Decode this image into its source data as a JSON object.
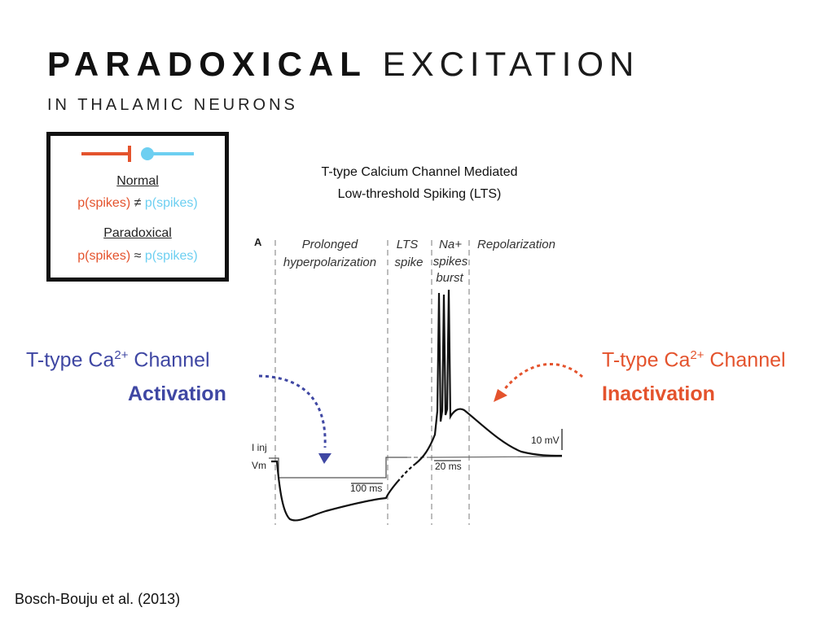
{
  "title": {
    "bold": "PARADOXICAL",
    "light": "EXCITATION"
  },
  "subtitle": "IN THALAMIC NEURONS",
  "legend": {
    "normal_label": "Normal",
    "normal_left": "p(spikes)",
    "normal_op": "≠",
    "normal_right": "p(spikes)",
    "paradoxical_label": "Paradoxical",
    "paradoxical_left": "p(spikes)",
    "paradoxical_op": "≈",
    "paradoxical_right": "p(spikes)"
  },
  "figure_title": {
    "line1": "T-type Calcium Channel Mediated",
    "line2": "Low-threshold Spiking (LTS)"
  },
  "panel": {
    "letter": "A",
    "phase1_line1": "Prolonged",
    "phase1_line2": "hyperpolarization",
    "phase2_line1": "LTS",
    "phase2_line2": "spike",
    "phase3_line1": "Na+",
    "phase3_line2": "spikes",
    "phase3_line3": "burst",
    "phase4": "Repolarization",
    "iinj": "I inj",
    "vm": "Vm",
    "scale_100ms": "100 ms",
    "scale_20ms": "20 ms",
    "scale_10mv": "10 mV"
  },
  "activation": {
    "line1": "T-type Ca",
    "sup": "2+",
    "line1_end": " Channel",
    "line2": "Activation",
    "color": "#3f47a3"
  },
  "inactivation": {
    "line1": "T-type Ca",
    "sup": "2+",
    "line1_end": " Channel",
    "line2": "Inactivation",
    "color": "#e4532d"
  },
  "citation": "Bosch-Bouju et al. (2013)",
  "colors": {
    "red": "#e4532d",
    "cyan": "#6dcff1",
    "blue": "#3f47a3"
  },
  "icons": [
    "inhibitory-synapse-icon",
    "excitatory-synapse-icon",
    "dotted-curved-arrow-icon"
  ]
}
